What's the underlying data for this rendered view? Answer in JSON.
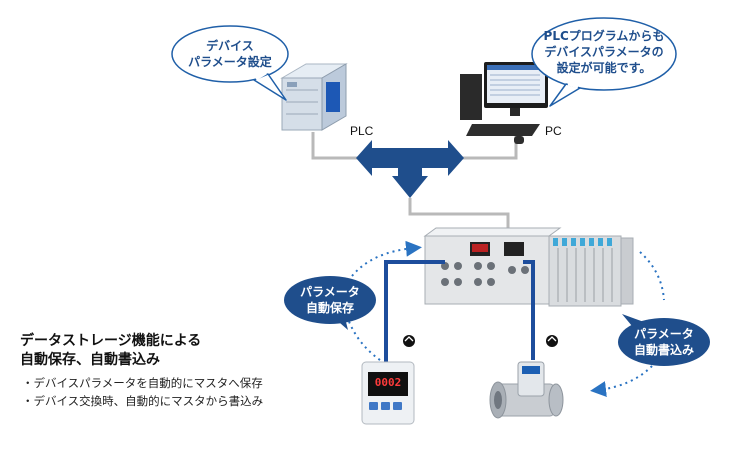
{
  "bubbles": {
    "top_left": [
      "デバイス",
      "パラメータ設定"
    ],
    "top_right": [
      "PLCプログラムからも",
      "デバイスパラメータの",
      "設定が可能です。"
    ],
    "save": [
      "パラメータ",
      "自動保存"
    ],
    "write": [
      "パラメータ",
      "自動書込み"
    ]
  },
  "devices": {
    "plc_label": "PLC",
    "pc_label": "PC",
    "display_value": "0002"
  },
  "feature": {
    "title_line1": "データストレージ機能による",
    "title_line2": "自動保存、自動書込み",
    "bullets": [
      "・デバイスパラメータを自動的にマスタへ保存",
      "・デバイス交換時、自動的にマスタから書込み"
    ]
  },
  "colors": {
    "navy": "#1f4e8c",
    "bubble_fill": "#ffffff",
    "bubble_stroke": "#1f5fa8",
    "cable_gray": "#b5b5b5",
    "io_blue": "#1d4d9c",
    "dot_blue": "#2a73c2"
  }
}
